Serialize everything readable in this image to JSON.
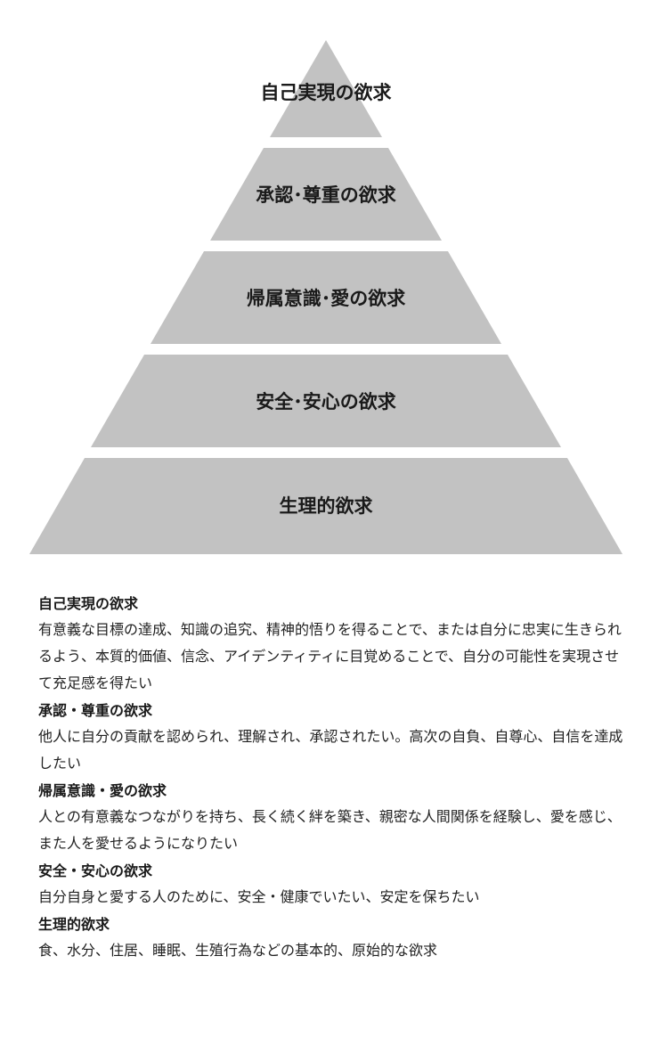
{
  "colors": {
    "tier_fill": "#c2c2c2",
    "gap": "#ffffff"
  },
  "pyramid": {
    "tiers": [
      {
        "label": "自己実現の欲求"
      },
      {
        "label": "承認･尊重の欲求"
      },
      {
        "label": "帰属意識･愛の欲求"
      },
      {
        "label": "安全･安心の欲求"
      },
      {
        "label": "生理的欲求"
      }
    ]
  },
  "descriptions": [
    {
      "title": "自己実現の欲求",
      "body": "有意義な目標の達成、知識の追究、精神的悟りを得ることで、または自分に忠実に生きられるよう、本質的価値、信念、アイデンティティに目覚めることで、自分の可能性を実現させて充足感を得たい"
    },
    {
      "title": "承認・尊重の欲求",
      "body": "他人に自分の貢献を認められ、理解され、承認されたい。高次の自負、自尊心、自信を達成したい"
    },
    {
      "title": "帰属意識・愛の欲求",
      "body": "人との有意義なつながりを持ち、長く続く絆を築き、親密な人間関係を経験し、愛を感じ、また人を愛せるようになりたい"
    },
    {
      "title": "安全・安心の欲求",
      "body": "自分自身と愛する人のために、安全・健康でいたい、安定を保ちたい"
    },
    {
      "title": "生理的欲求",
      "body": "食、水分、住居、睡眠、生殖行為などの基本的、原始的な欲求"
    }
  ]
}
